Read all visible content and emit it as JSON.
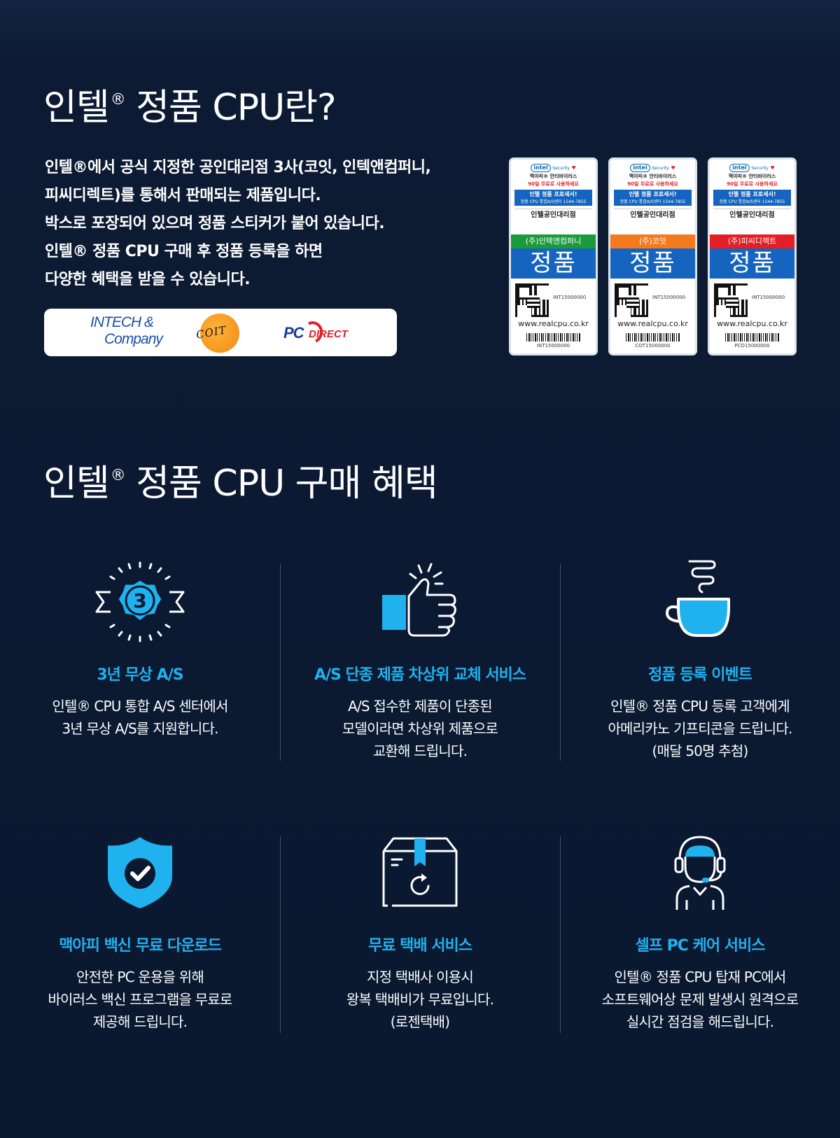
{
  "section1": {
    "title": "인텔",
    "title_reg": "®",
    "title_rest": " 정품 CPU란?",
    "intro_lines": [
      "인텔®에서 공식 지정한 공인대리점 3사(코잇, 인텍앤컴퍼니,",
      "피씨디렉트)를 통해서 판매되는 제품입니다.",
      "박스로 포장되어 있으며 정품 스티커가 붙어 있습니다.",
      "인텔® 정품 CPU 구매 후 정품 등록을 하면",
      "다양한 혜택을 받을 수 있습니다."
    ],
    "logos": {
      "intech_line1": "INTECH &",
      "intech_line2": "Company",
      "coit": "COIT",
      "pc": "PC",
      "direct": "DIRECT"
    },
    "stickers": [
      {
        "intel": "intel",
        "security": "Security",
        "heart": "♥",
        "line1": "맥아피® 안티바이러스",
        "line2": "90일 무료로 사용하세요",
        "blue_a": "인텔 정품 프로세서!",
        "blue_b": "정품 CPU 통합A/S센터  1544-7855",
        "agent": "인텔공인대리점",
        "dealer": "(주)인텍앤컴퍼니",
        "dealer_color": "#1a9a3c",
        "genuine": "정품",
        "code": "INT15000000",
        "url": "www.realcpu.co.kr",
        "barcode_num": "INT15000000"
      },
      {
        "intel": "intel",
        "security": "Security",
        "heart": "♥",
        "line1": "맥아피® 안티바이러스",
        "line2": "90일 무료로 사용하세요",
        "blue_a": "인텔 정품 프로세서!",
        "blue_b": "정품 CPU 통합A/S센터  1544-7855",
        "agent": "인텔공인대리점",
        "dealer": "(주)코잇",
        "dealer_color": "#f47a1f",
        "genuine": "정품",
        "code": "INT15000000",
        "url": "www.realcpu.co.kr",
        "barcode_num": "COT15000000"
      },
      {
        "intel": "intel",
        "security": "Security",
        "heart": "♥",
        "line1": "맥아피® 안티바이러스",
        "line2": "90일 무료로 사용하세요",
        "blue_a": "인텔 정품 프로세서!",
        "blue_b": "정품 CPU 통합A/S센터  1544-7855",
        "agent": "인텔공인대리점",
        "dealer": "(주)피씨디렉트",
        "dealer_color": "#e31e24",
        "genuine": "정품",
        "code": "INT15000000",
        "url": "www.realcpu.co.kr",
        "barcode_num": "PCD15000000"
      }
    ]
  },
  "section2": {
    "title": "인텔",
    "title_reg": "®",
    "title_rest": " 정품 CPU 구매 혜택",
    "accent_color": "#1fb2ee",
    "benefits": [
      {
        "icon": "3-year-badge-icon",
        "title": "3년 무상 A/S",
        "desc": [
          "인텔® CPU 통합 A/S 센터에서",
          "3년 무상 A/S를 지원합니다."
        ]
      },
      {
        "icon": "thumbs-up-icon",
        "title": "A/S 단종 제품 차상위 교체 서비스",
        "desc": [
          "A/S 접수한 제품이 단종된",
          "모델이라면 차상위 제품으로",
          "교환해 드립니다."
        ]
      },
      {
        "icon": "coffee-cup-icon",
        "title": "정품 등록 이벤트",
        "desc": [
          "인텔® 정품 CPU 등록 고객에게",
          "아메리카노 기프티콘을 드립니다.",
          "(매달 50명 추첨)"
        ]
      },
      {
        "icon": "shield-check-icon",
        "title": "맥아피 백신 무료 다운로드",
        "desc": [
          "안전한 PC 운용을 위해",
          "바이러스 백신 프로그램을 무료로",
          "제공해 드립니다."
        ]
      },
      {
        "icon": "delivery-box-icon",
        "title": "무료 택배 서비스",
        "desc": [
          "지정 택배사 이용시",
          "왕복 택배비가 무료입니다.",
          "(로젠택배)"
        ]
      },
      {
        "icon": "headset-support-icon",
        "title": "셀프 PC 케어 서비스",
        "desc": [
          "인텔® 정품 CPU 탑재 PC에서",
          "소프트웨어상 문제 발생시 원격으로",
          "실시간 점검을 해드립니다."
        ]
      }
    ]
  }
}
